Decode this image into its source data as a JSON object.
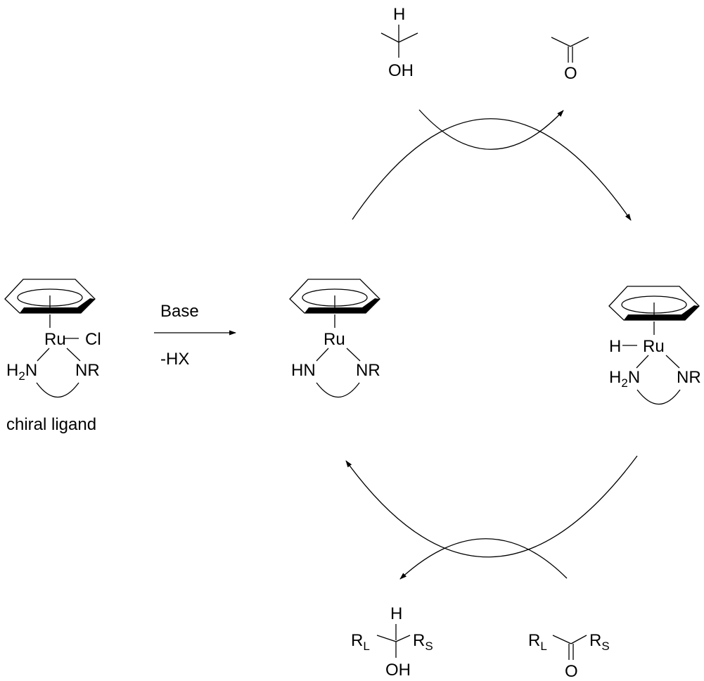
{
  "precatalyst": {
    "metal": "Ru",
    "halide": "Cl",
    "amine_left_main": "H",
    "amine_left_sub": "2",
    "amine_left_tail": "N",
    "amine_right": "NR",
    "caption": "chiral ligand"
  },
  "activation": {
    "reagent_above": "Base",
    "byproduct_below": "-HX"
  },
  "amido_complex": {
    "metal": "Ru",
    "amine_left": "HN",
    "amine_right": "NR"
  },
  "hydride_complex": {
    "hydride": "H",
    "metal": "Ru",
    "amine_left_main": "H",
    "amine_left_sub": "2",
    "amine_left_tail": "N",
    "amine_right": "NR"
  },
  "isopropanol": {
    "hydrogen": "H",
    "hydroxyl": "OH"
  },
  "acetone": {
    "oxygen": "O"
  },
  "product_alcohol": {
    "hydrogen": "H",
    "r_large": "R",
    "r_large_sub": "L",
    "r_small": "R",
    "r_small_sub": "S",
    "hydroxyl": "OH"
  },
  "substrate_ketone": {
    "r_large": "R",
    "r_large_sub": "L",
    "r_small": "R",
    "r_small_sub": "S",
    "oxygen": "O"
  }
}
